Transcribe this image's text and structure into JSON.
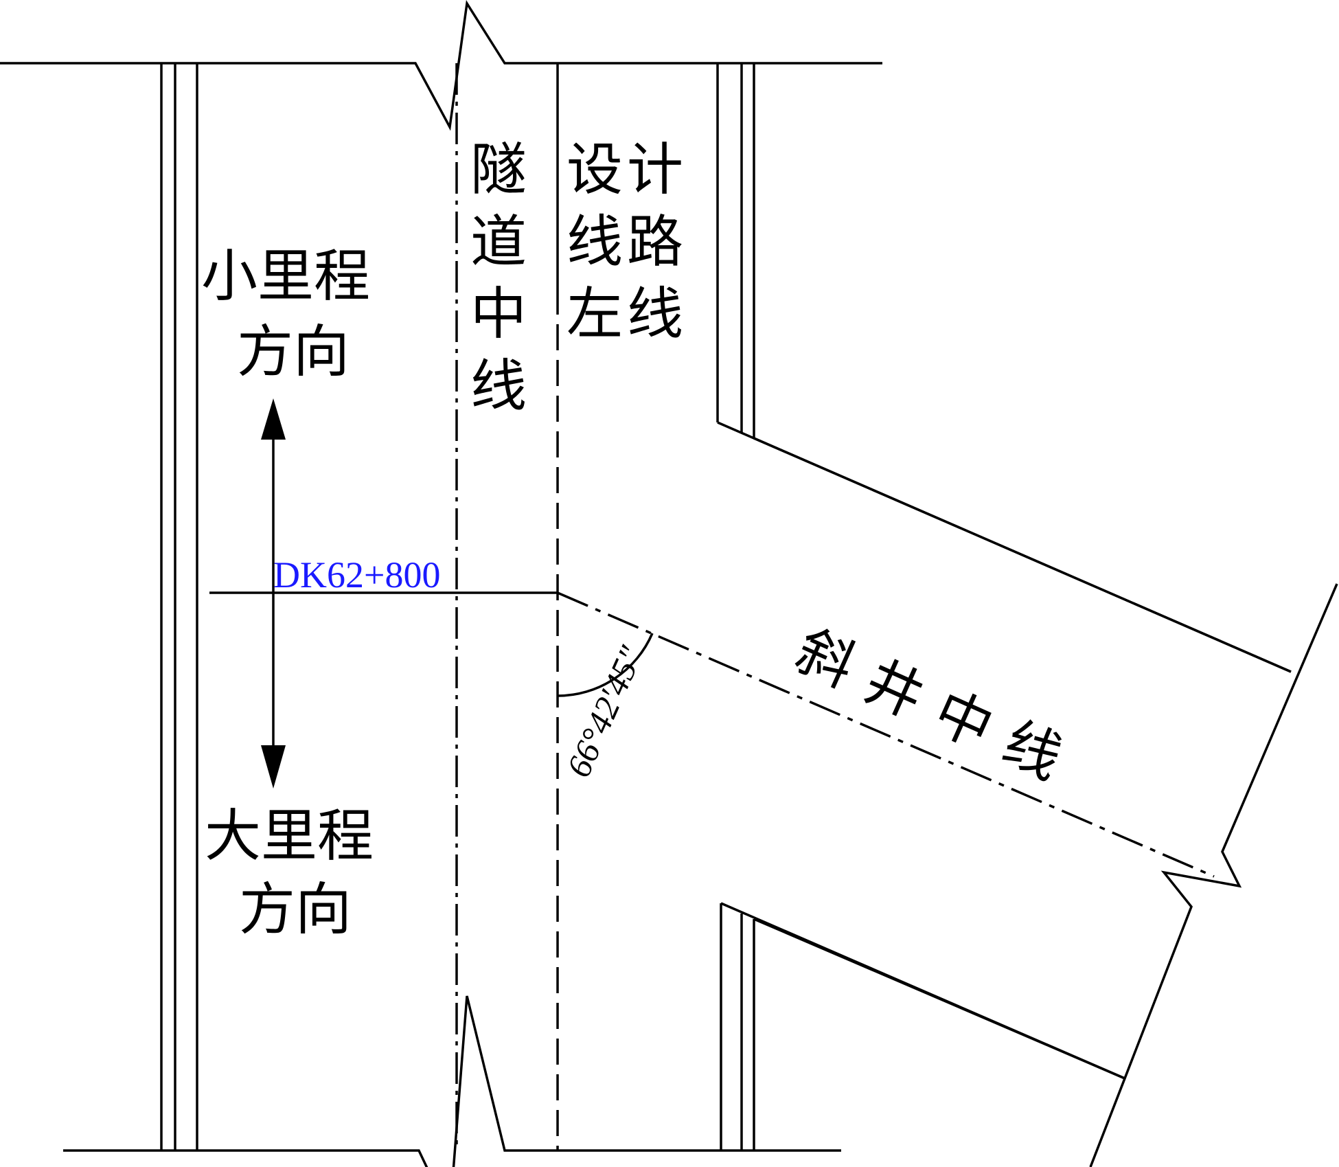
{
  "labels": {
    "small_mileage": [
      "小里程",
      "方向"
    ],
    "large_mileage": [
      "大里程",
      "方向"
    ],
    "tunnel_center": [
      "隧",
      "道",
      "中",
      "线"
    ],
    "design_line_col1": [
      "设",
      "线",
      "左"
    ],
    "design_line_col2": [
      "计",
      "路",
      "线"
    ],
    "incline_shaft": [
      "斜",
      "井",
      "中",
      "线"
    ],
    "station": "DK62+800",
    "angle": "66°42′45″"
  },
  "colors": {
    "line": "#000000",
    "station_text": "#1a1aff",
    "background": "#ffffff"
  }
}
